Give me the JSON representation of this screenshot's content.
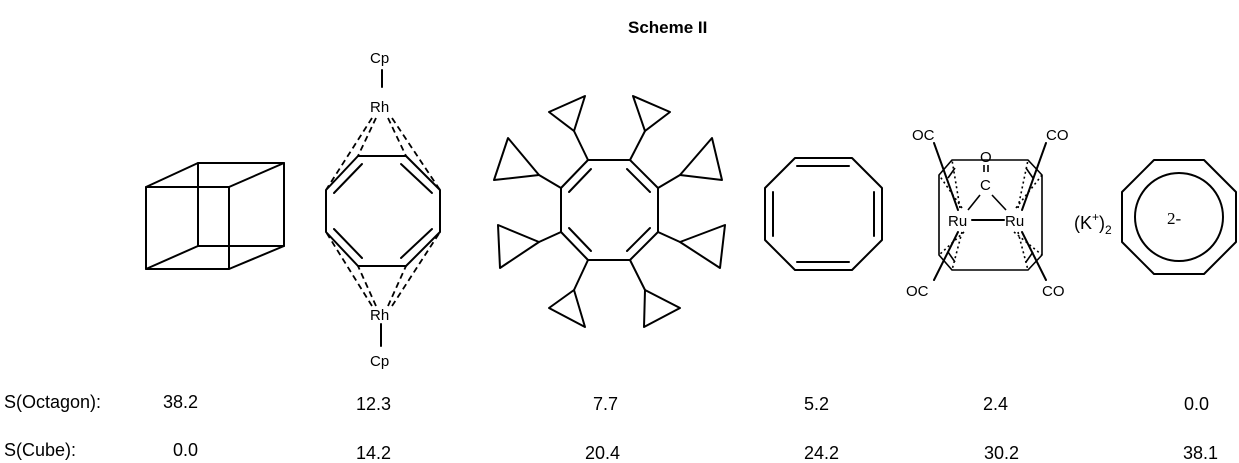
{
  "scheme": {
    "title": "Scheme  II"
  },
  "labels": {
    "cp": "Cp",
    "rh": "Rh",
    "ru": "Ru",
    "oc": "OC",
    "co": "CO",
    "o": "O",
    "c": "C",
    "counterion_base": "(K",
    "counterion_charge": "+",
    "counterion_close": ")",
    "counterion_sub": "2",
    "dianion_charge": "2-"
  },
  "rows": [
    {
      "label": "S(Octagon):",
      "values": [
        "38.2",
        "12.3",
        "7.7",
        "5.2",
        "2.4",
        "0.0"
      ]
    },
    {
      "label": "S(Cube):",
      "values": [
        "0.0",
        "14.2",
        "20.4",
        "24.2",
        "30.2",
        "38.1"
      ]
    }
  ]
}
